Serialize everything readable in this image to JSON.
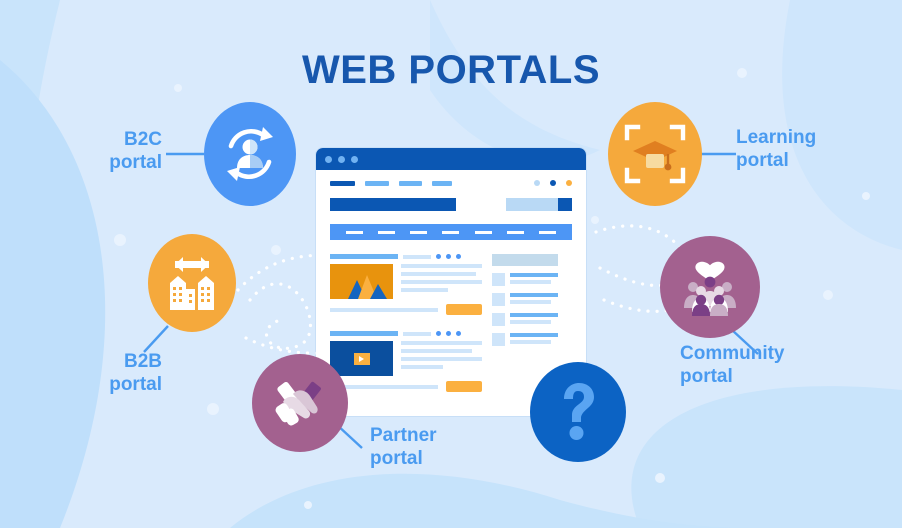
{
  "title": "WEB PORTALS",
  "colors": {
    "bg_base": "#d9eafc",
    "bg_wave": "#c3e1fb",
    "title_blue": "#1757ad",
    "label_blue": "#4a9bf0",
    "blue_badge": "#4d96f5",
    "orange_badge": "#f5a93c",
    "purple_badge": "#a3618f",
    "deep_blue_badge": "#0c63c4",
    "brand_dark_blue": "#0b57b3",
    "accent_orange": "#fbb040",
    "image_orange": "#e8930d"
  },
  "nodes": [
    {
      "id": "b2c",
      "label": "B2C\nportal",
      "icon": "person-refresh-icon",
      "badge_color": "#4d96f5"
    },
    {
      "id": "b2b",
      "label": "B2B\nportal",
      "icon": "buildings-exchange-icon",
      "badge_color": "#f5a93c"
    },
    {
      "id": "partner",
      "label": "Partner\nportal",
      "icon": "handshake-icon",
      "badge_color": "#a3618f"
    },
    {
      "id": "learning",
      "label": "Learning\nportal",
      "icon": "graduation-cap-icon",
      "badge_color": "#f5a93c"
    },
    {
      "id": "community",
      "label": "Community\nportal",
      "icon": "people-heart-icon",
      "badge_color": "#a3618f"
    },
    {
      "id": "question",
      "label": "",
      "icon": "question-mark-icon",
      "badge_color": "#0c63c4"
    }
  ],
  "browser": {
    "window_dots": 3,
    "top_nav": {
      "items": 4,
      "active_index": 0,
      "status_dots": [
        "#b9d9f5",
        "#0b57b3",
        "#fbb040"
      ]
    },
    "logo_bar": true,
    "search": {
      "has_field": true,
      "has_button": true
    },
    "menu_strip": {
      "items": 7
    },
    "posts": [
      {
        "media": "image-placeholder",
        "text_lines": 3,
        "has_button": true,
        "meta_dots": 3
      },
      {
        "media": "video-placeholder",
        "text_lines": 3,
        "has_button": true,
        "meta_dots": 3
      }
    ],
    "sidebar": {
      "has_header": true,
      "items": 4
    }
  }
}
